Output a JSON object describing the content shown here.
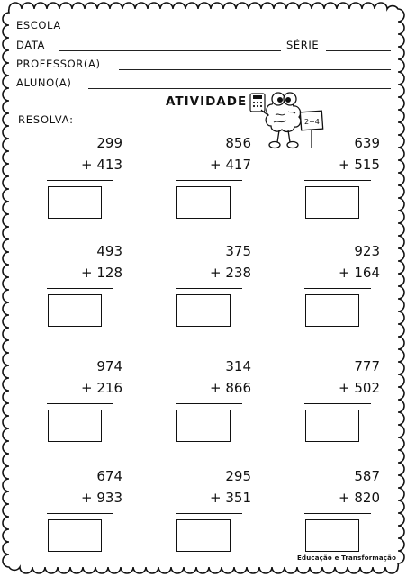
{
  "header": {
    "escola": "ESCOLA",
    "data": "DATA",
    "serie": "SÉRIE",
    "professor": "PROFESSOR(A)",
    "aluno": "ALUNO(A)"
  },
  "title": "ATIVIDADE",
  "instruction": "RESOLVA:",
  "mascot_sign": "2+4",
  "problems": [
    {
      "top": "299",
      "bottom": "+ 413"
    },
    {
      "top": "856",
      "bottom": "+ 417"
    },
    {
      "top": "639",
      "bottom": "+ 515"
    },
    {
      "top": "493",
      "bottom": "+ 128"
    },
    {
      "top": "375",
      "bottom": "+ 238"
    },
    {
      "top": "923",
      "bottom": "+ 164"
    },
    {
      "top": "974",
      "bottom": "+ 216"
    },
    {
      "top": "314",
      "bottom": "+ 866"
    },
    {
      "top": "777",
      "bottom": "+ 502"
    },
    {
      "top": "674",
      "bottom": "+ 933"
    },
    {
      "top": "295",
      "bottom": "+ 351"
    },
    {
      "top": "587",
      "bottom": "+ 820"
    }
  ],
  "footer": "Educação e Transformação"
}
